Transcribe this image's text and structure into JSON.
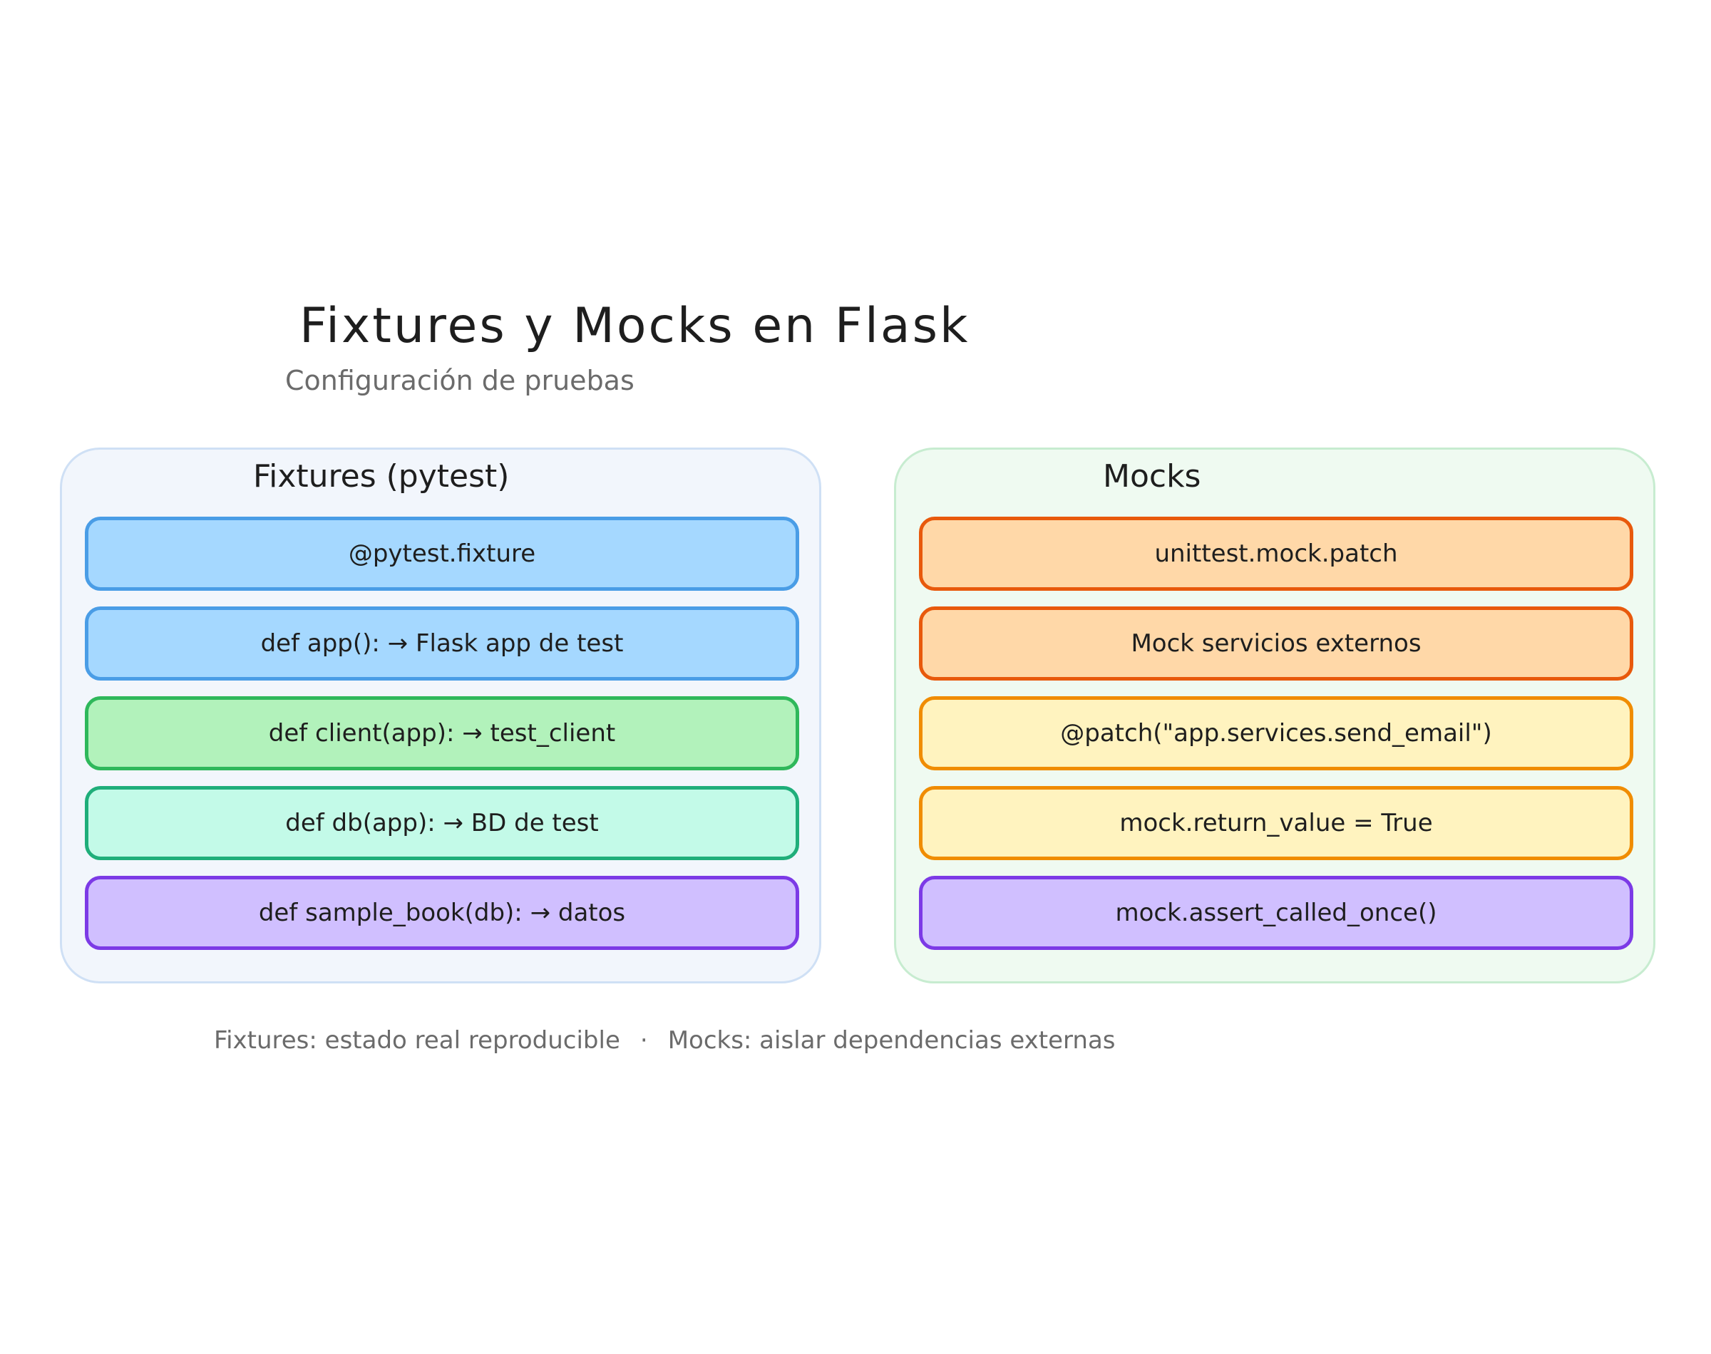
{
  "title": "Fixtures y Mocks en Flask",
  "subtitle": "Configuración de pruebas",
  "fixtures_panel": {
    "title": "Fixtures (pytest)",
    "items": [
      "@pytest.fixture",
      "def app(): → Flask app de test",
      "def client(app): → test_client",
      "def db(app): → BD de test",
      "def sample_book(db): → datos"
    ]
  },
  "mocks_panel": {
    "title": "Mocks",
    "items": [
      "unittest.mock.patch",
      "Mock servicios externos",
      "@patch(\"app.services.send_email\")",
      "mock.return_value = True",
      "mock.assert_called_once()"
    ]
  },
  "footer": {
    "left": "Fixtures: estado real reproducible",
    "separator": "·",
    "right": "Mocks: aislar dependencias externas"
  },
  "colors": {
    "blue_fill": "#a5d8ff",
    "green_fill": "#b2f2bb",
    "teal_fill": "#c3fae8",
    "purple_fill": "#d0bfff",
    "orange_fill": "#ffd8a8",
    "yellow_fill": "#fff3bf"
  }
}
